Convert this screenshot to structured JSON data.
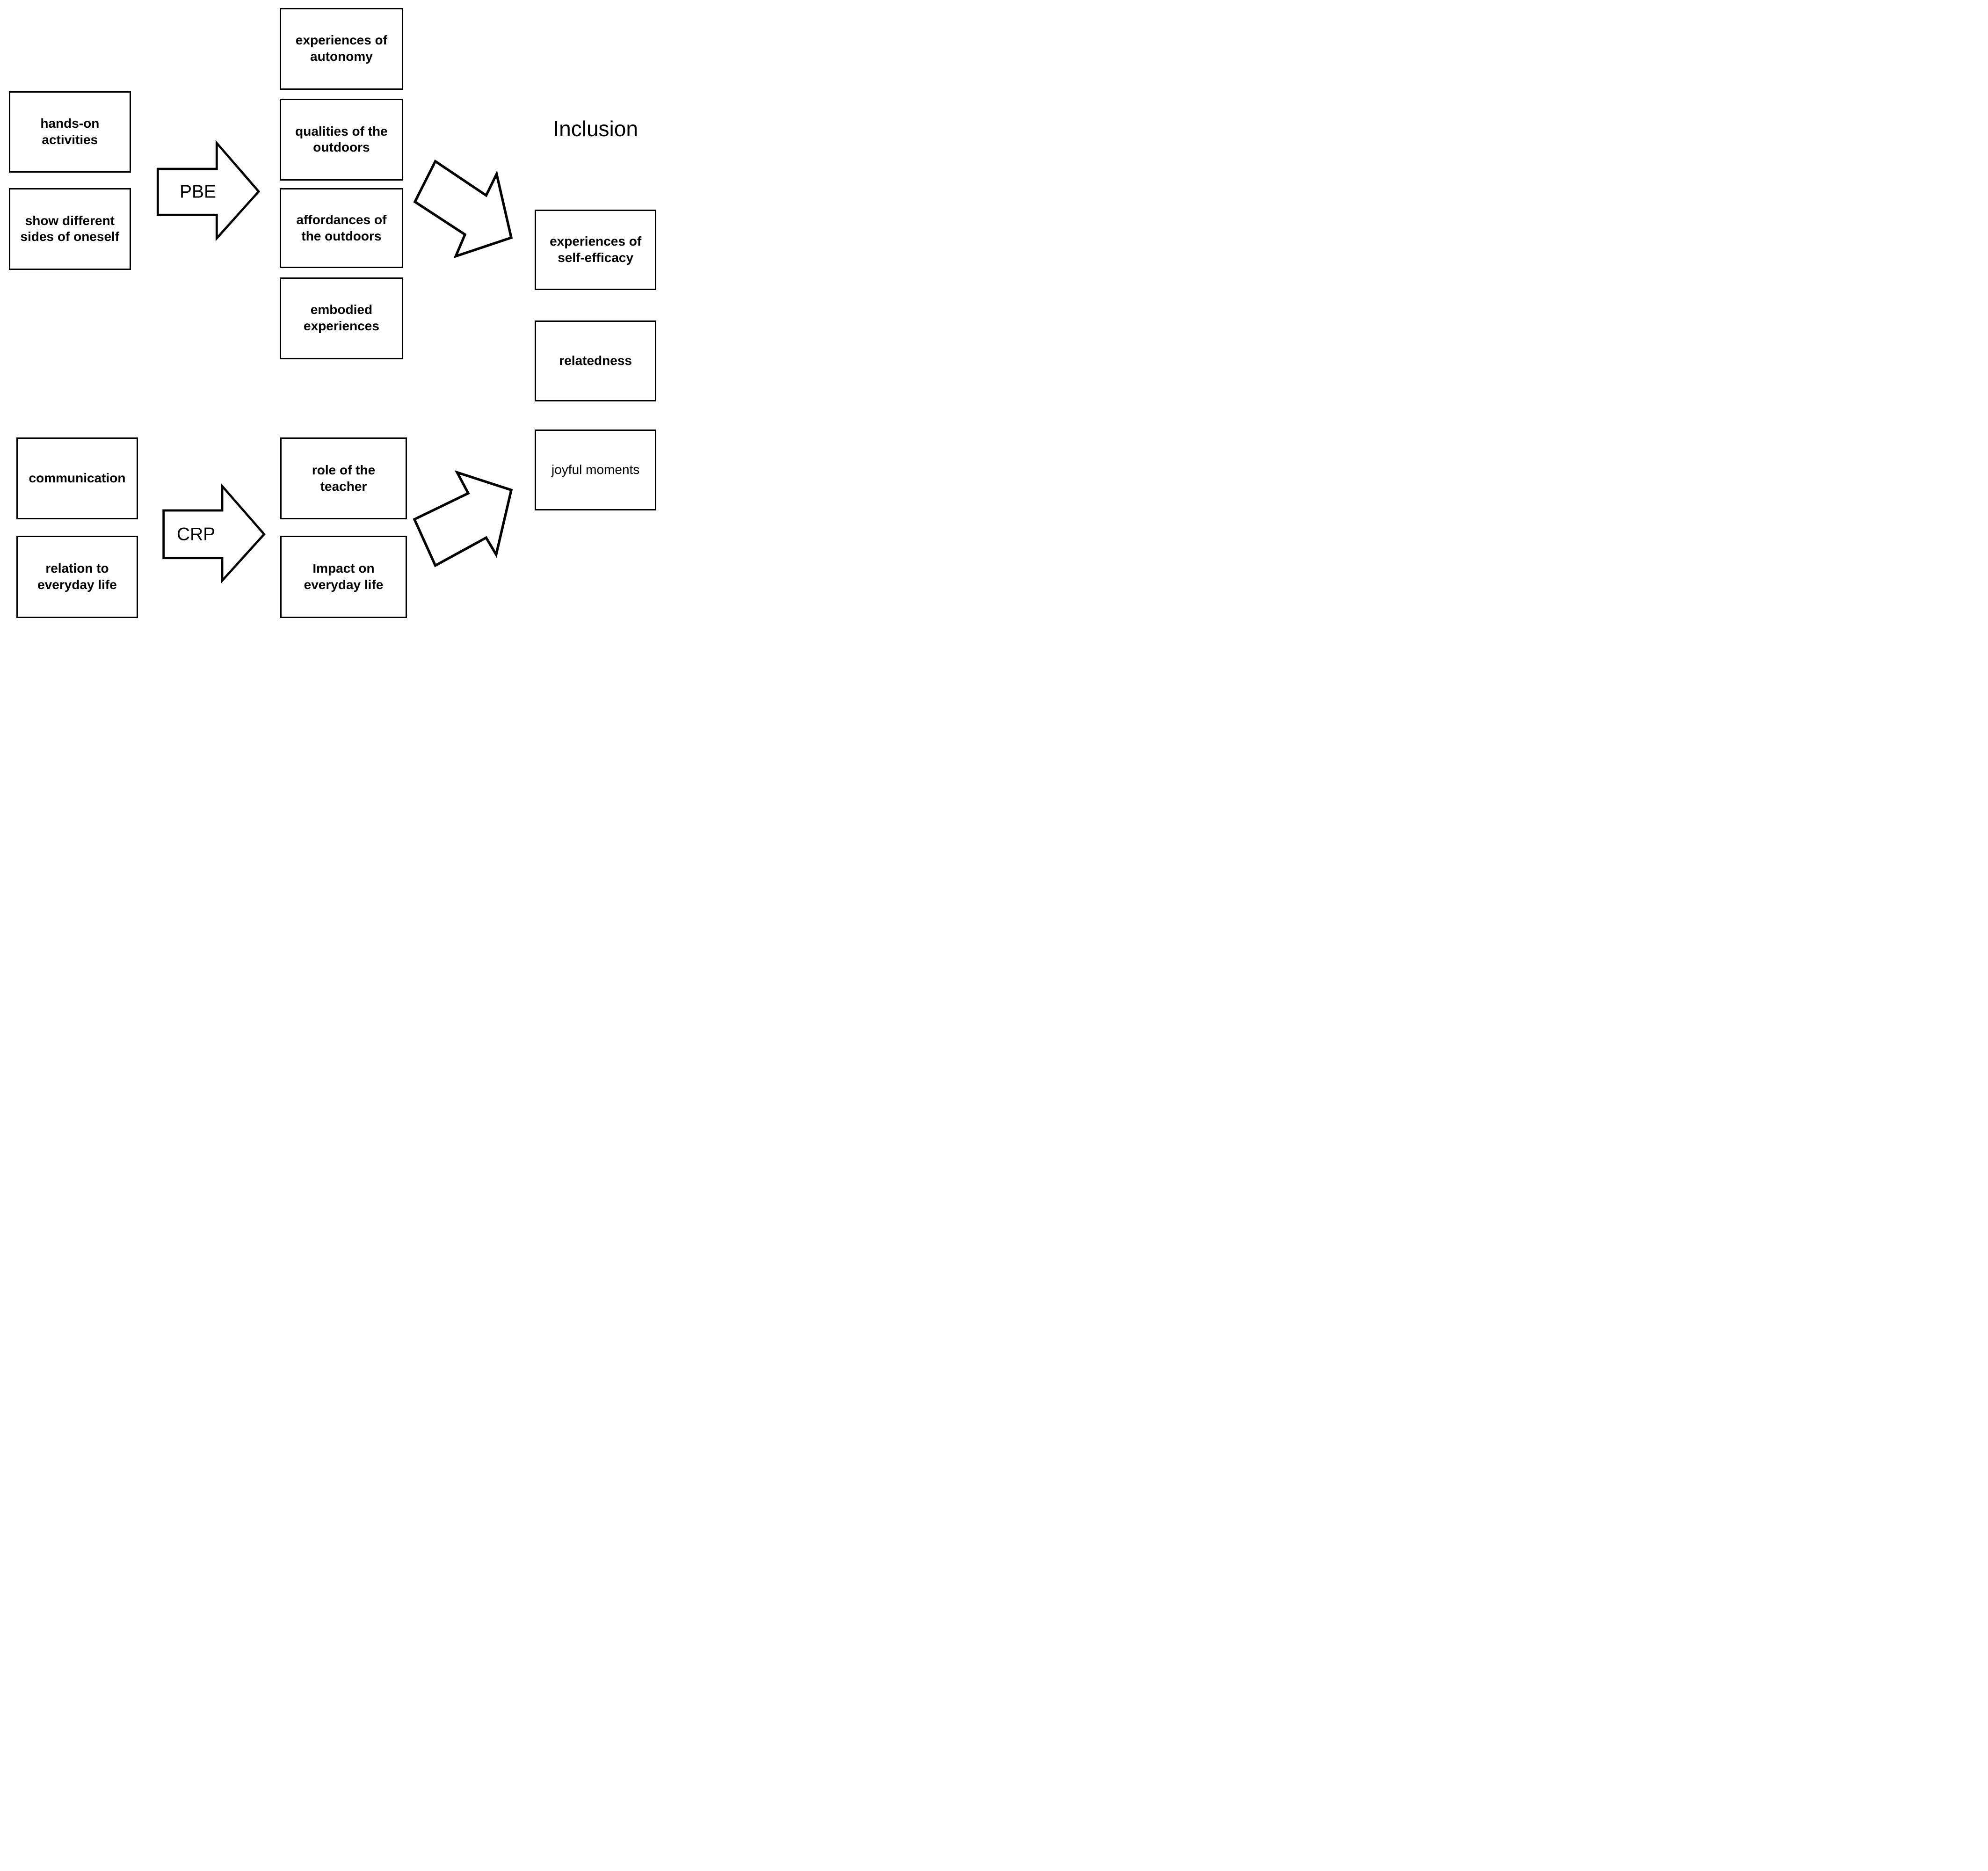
{
  "colors": {
    "background": "#ffffff",
    "line": "#000000",
    "text": "#000000"
  },
  "title": {
    "label": "Inclusion"
  },
  "arrows": {
    "pbe": {
      "label": "PBE"
    },
    "crp": {
      "label": "CRP"
    }
  },
  "boxes": {
    "left_top": [
      {
        "label": "hands-on\nactivities"
      },
      {
        "label": "show different\nsides of oneself"
      }
    ],
    "middle_top": [
      {
        "label": "experiences of\nautonomy"
      },
      {
        "label": "qualities of the\noutdoors"
      },
      {
        "label": "affordances of\nthe outdoors"
      },
      {
        "label": "embodied\nexperiences"
      }
    ],
    "right": [
      {
        "label": "experiences of\nself-efficacy"
      },
      {
        "label": "relatedness"
      },
      {
        "label": "joyful moments"
      }
    ],
    "left_bottom": [
      {
        "label": "communication"
      },
      {
        "label": "relation to\neveryday life"
      }
    ],
    "middle_bottom": [
      {
        "label": "role of the\nteacher"
      },
      {
        "label": "Impact on\neveryday life"
      }
    ]
  }
}
